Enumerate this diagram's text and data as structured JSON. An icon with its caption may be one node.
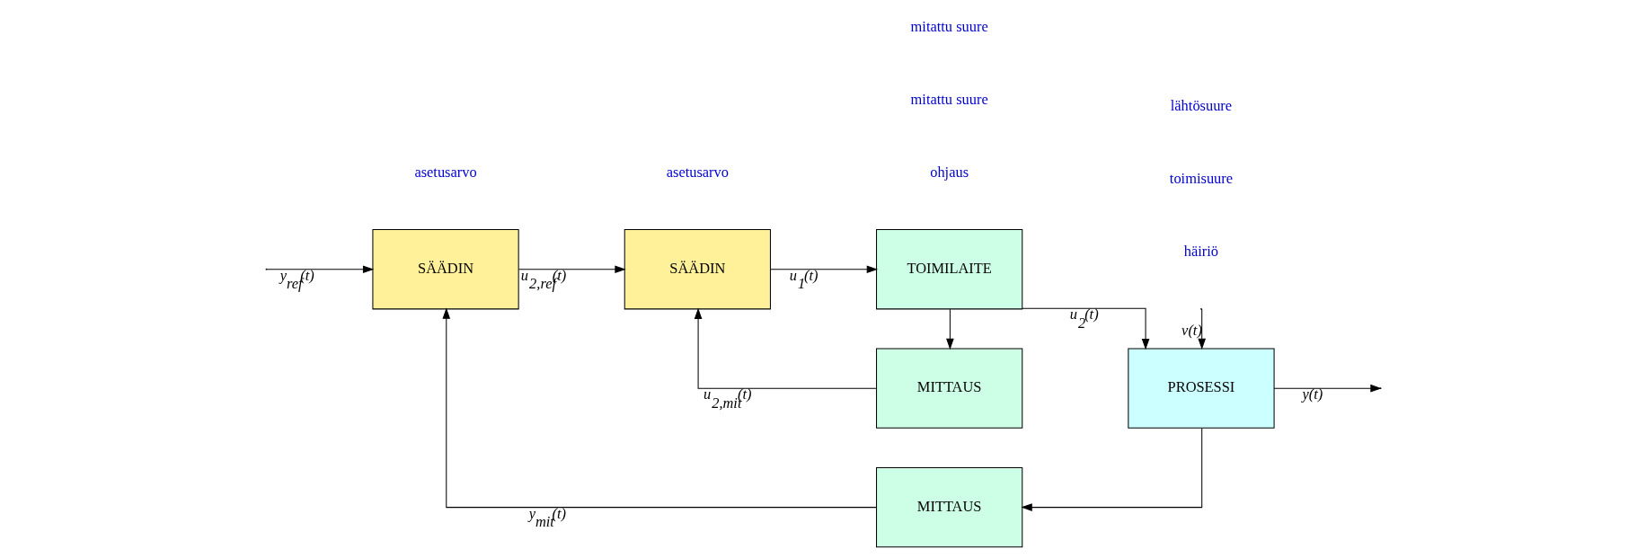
{
  "diagram": {
    "nodes": [
      {
        "text": [
          "SÄÄDIN"
        ]
      },
      {
        "text": [
          "SÄÄDIN"
        ]
      },
      {
        "text": [
          "TOIMILAITE"
        ]
      },
      {
        "text": [
          "PROSESSI"
        ]
      },
      {
        "text": [
          "MITTAUS"
        ]
      },
      {
        "text": [
          "MITTAUS"
        ]
      }
    ],
    "edges": [
      {
        "from": null,
        "to": 0,
        "arrow": "to",
        "label": "y$_{ref}$(t)"
      },
      {
        "from": 0,
        "to": 1,
        "arrow": "to",
        "label": "u$_{2,ref}$(t)"
      },
      {
        "from": 1,
        "to": 2,
        "arrow": "to",
        "label": "u$_{1}$(t)"
      },
      {
        "from": 2,
        "to": 3,
        "arrow": "to",
        "label": "u$_{2}$(t)"
      },
      {
        "from": 2,
        "to": 4,
        "arrow": "to"
      },
      {
        "from": 4,
        "to": 1,
        "arrow": "to",
        "label": "u$_{2,mit}$(t)"
      },
      {
        "from": 3,
        "to": null,
        "arrow": "to",
        "label": "y(t)"
      },
      {
        "from": 3,
        "to": 5,
        "arrow": "to"
      },
      {
        "from": 5,
        "to": 0,
        "arrow": "to",
        "label": "y$_{mit}$(t)"
      },
      {
        "from": null,
        "to": 3,
        "arrow": "to",
        "label": "v(t)"
      }
    ],
    "labels": [
      "häiriö",
      "asetusarvo",
      "asetusarvo",
      "ohjaus",
      "toimisuure",
      "lähtösuure",
      "mitattu suure",
      "mitattu suure"
    ]
  }
}
